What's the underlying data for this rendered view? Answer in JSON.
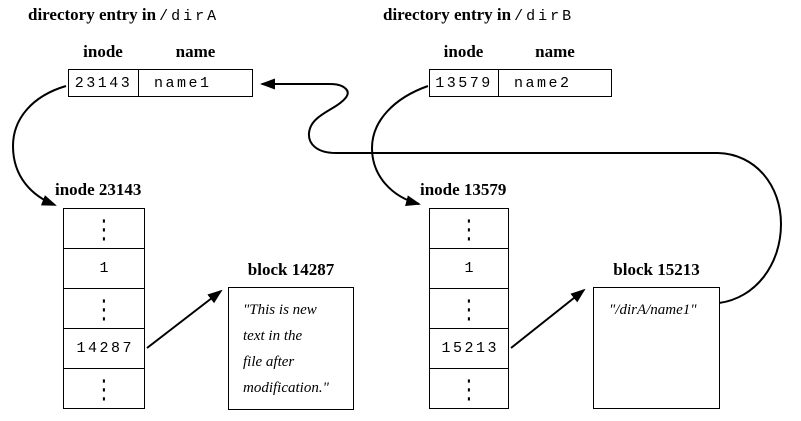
{
  "dir_a": {
    "title_prefix": "directory entry in",
    "title_path": "/dirA",
    "headers": {
      "inode": "inode",
      "name": "name"
    },
    "inode_value": "23143",
    "name_value": "name1"
  },
  "dir_b": {
    "title_prefix": "directory entry in",
    "title_path": "/dirB",
    "headers": {
      "inode": "inode",
      "name": "name"
    },
    "inode_value": "13579",
    "name_value": "name2"
  },
  "inode_a": {
    "label": "inode 23143",
    "rows": [
      {
        "value": "⋮"
      },
      {
        "value": "1"
      },
      {
        "value": "⋮"
      },
      {
        "value": "14287"
      },
      {
        "value": "⋮"
      }
    ]
  },
  "inode_b": {
    "label": "inode 13579",
    "rows": [
      {
        "value": "⋮"
      },
      {
        "value": "1"
      },
      {
        "value": "⋮"
      },
      {
        "value": "15213"
      },
      {
        "value": "⋮"
      }
    ]
  },
  "block_a": {
    "label": "block 14287",
    "lines": [
      "\"This is new",
      "text in the",
      "file after",
      "modification.\""
    ]
  },
  "block_b": {
    "label": "block 15213",
    "lines": [
      "\"/dirA/name1\""
    ]
  },
  "colors": {
    "ink": "#000000",
    "background": "#ffffff"
  }
}
